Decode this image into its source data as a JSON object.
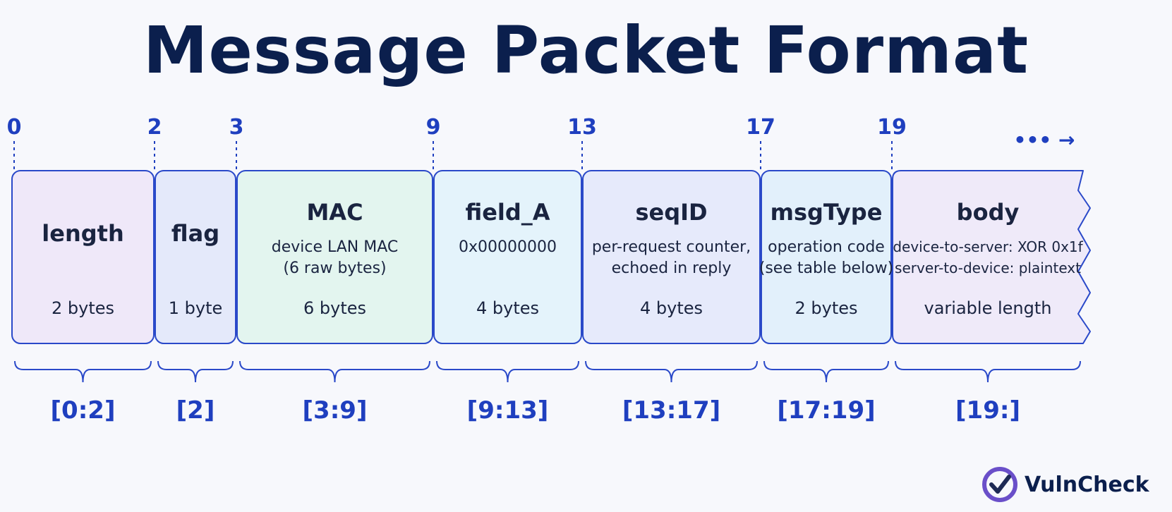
{
  "title": "Message Packet Format",
  "offsets": [
    "0",
    "2",
    "3",
    "9",
    "13",
    "17",
    "19"
  ],
  "continuation": "••• →",
  "fields": [
    {
      "name": "length",
      "desc": [],
      "size": "2 bytes",
      "range": "[0:2]",
      "fill": "#efe8f9"
    },
    {
      "name": "flag",
      "desc": [],
      "size": "1 byte",
      "range": "[2]",
      "fill": "#e4e9fa"
    },
    {
      "name": "MAC",
      "desc": [
        "device LAN MAC",
        "(6 raw bytes)"
      ],
      "size": "6 bytes",
      "range": "[3:9]",
      "fill": "#e3f5ef"
    },
    {
      "name": "field_A",
      "desc": [
        "0x00000000"
      ],
      "size": "4 bytes",
      "range": "[9:13]",
      "fill": "#e4f3fb"
    },
    {
      "name": "seqID",
      "desc": [
        "per-request counter,",
        "echoed in reply"
      ],
      "size": "4 bytes",
      "range": "[13:17]",
      "fill": "#e6eafb"
    },
    {
      "name": "msgType",
      "desc": [
        "operation code",
        "(see table below)"
      ],
      "size": "2 bytes",
      "range": "[17:19]",
      "fill": "#e2f0fb"
    },
    {
      "name": "body",
      "desc": [
        "device-to-server: XOR 0x1f",
        "server-to-device: plaintext"
      ],
      "size": "variable length",
      "range": "[19:]",
      "fill": "#efeaf9"
    }
  ],
  "brand": "VulnCheck",
  "colors": {
    "title": "#0b1f4d",
    "accent": "#1f3fbf",
    "stroke": "#2a49c9",
    "text": "#1a2440",
    "brand": "#6a4fc9"
  }
}
